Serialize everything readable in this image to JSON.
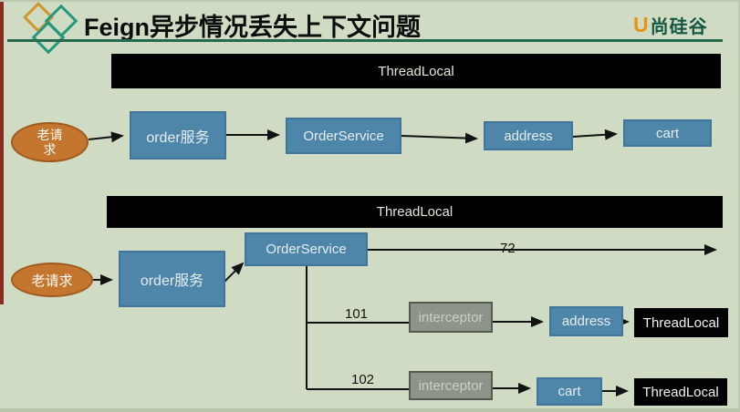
{
  "header": {
    "title": "Feign异步情况丢失上下文问题",
    "brand": "尚硅谷",
    "brand_icon": "U"
  },
  "colors": {
    "background": "#cfdcc3",
    "accent_green": "#266a4e",
    "node_blue": "#4e86aa",
    "node_gray": "#8f948a",
    "node_orange": "#c5762e",
    "bar_black": "#010101",
    "left_strip_red": "#8a2a20"
  },
  "top_diagram": {
    "bar_label": "ThreadLocal",
    "request": "老请求",
    "nodes": [
      "order服务",
      "OrderService",
      "address",
      "cart"
    ]
  },
  "bottom_diagram": {
    "bar_label": "ThreadLocal",
    "request": "老请求",
    "order_box": "order服务",
    "service_box": "OrderService",
    "main_thread_id": "72",
    "branches": [
      {
        "thread_id": "101",
        "interceptor": "interceptor",
        "target": "address",
        "store": "ThreadLocal"
      },
      {
        "thread_id": "102",
        "interceptor": "interceptor",
        "target": "cart",
        "store": "ThreadLocal"
      }
    ]
  }
}
